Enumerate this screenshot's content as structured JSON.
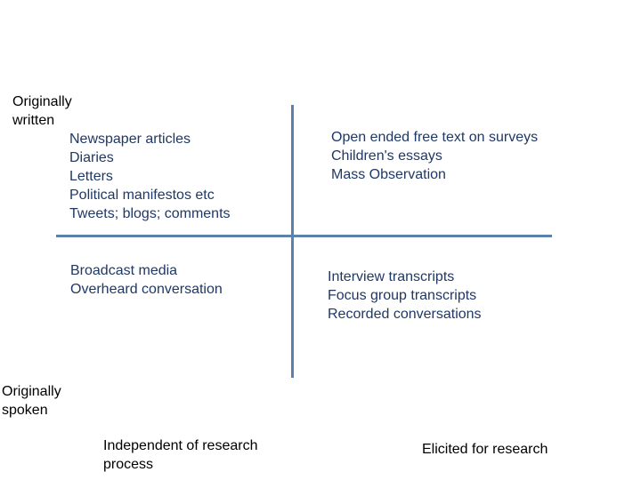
{
  "slide": {
    "title": "Types of textual data: originally written vs spoken, independent vs elicited",
    "background_color": "#ffffff",
    "axis_color": "#5b82ad",
    "quadrant_text_color": "#1f3864",
    "axis_label_color": "#000000"
  },
  "axes": {
    "y_axis_top_label": "Originally\nwritten",
    "y_axis_bottom_label": "Originally\nspoken",
    "x_axis_left_label": "Independent of research\nprocess",
    "x_axis_right_label": "Elicited for research"
  },
  "quadrants": {
    "top_left": {
      "name": "Originally written / Independent of research process",
      "items": [
        "Newspaper articles",
        "Diaries",
        "Letters",
        "Political manifestos etc",
        "Tweets; blogs; comments"
      ]
    },
    "top_right": {
      "name": "Originally written / Elicited for research",
      "items": [
        "Open ended free text on surveys",
        "Children's essays",
        "Mass Observation"
      ]
    },
    "bottom_left": {
      "name": "Originally spoken / Independent of research process",
      "items": [
        "Broadcast media",
        "Overheard conversation"
      ]
    },
    "bottom_right": {
      "name": "Originally spoken / Elicited for research",
      "items": [
        "Interview transcripts",
        "Focus group transcripts",
        "Recorded conversations"
      ]
    }
  }
}
